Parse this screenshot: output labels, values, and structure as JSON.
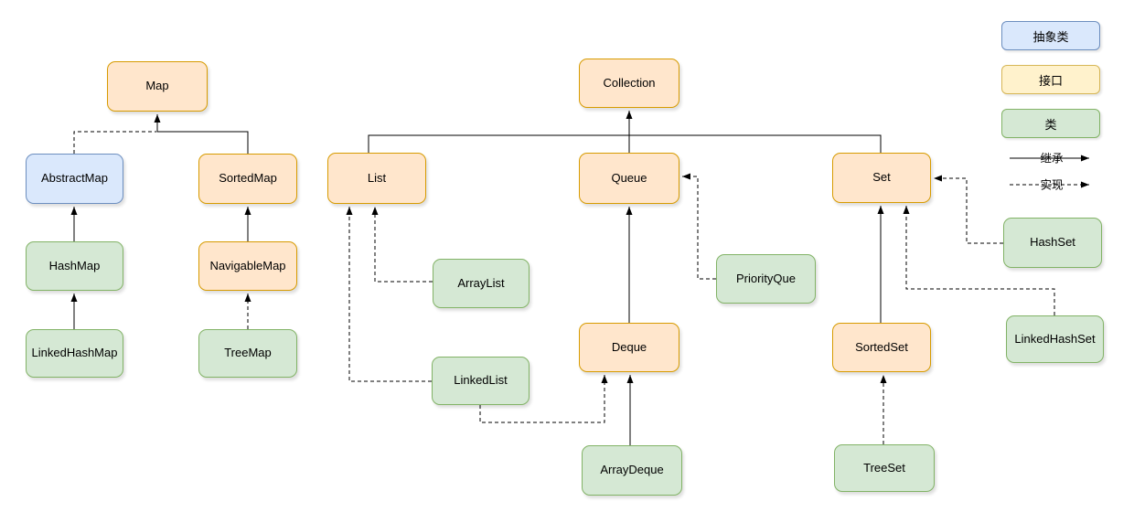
{
  "diagram": {
    "palette": {
      "abstract": {
        "fill": "#DAE8FC",
        "stroke": "#6C8EBF"
      },
      "interface": {
        "fill": "#FFE6CC",
        "stroke": "#D79B00"
      },
      "interface_legend": {
        "fill": "#FFF2CC",
        "stroke": "#D6B656"
      },
      "class": {
        "fill": "#D5E8D4",
        "stroke": "#82B366"
      },
      "edge": "#000000"
    },
    "nodes": [
      {
        "id": "Map",
        "label": "Map",
        "kind": "interface"
      },
      {
        "id": "AbstractMap",
        "label": "AbstractMap",
        "kind": "abstract"
      },
      {
        "id": "SortedMap",
        "label": "SortedMap",
        "kind": "interface"
      },
      {
        "id": "HashMap",
        "label": "HashMap",
        "kind": "class"
      },
      {
        "id": "NavigableMap",
        "label": "NavigableMap",
        "kind": "interface"
      },
      {
        "id": "LinkedHashMap",
        "label": "LinkedHashMap",
        "kind": "class"
      },
      {
        "id": "TreeMap",
        "label": "TreeMap",
        "kind": "class"
      },
      {
        "id": "Collection",
        "label": "Collection",
        "kind": "interface"
      },
      {
        "id": "List",
        "label": "List",
        "kind": "interface"
      },
      {
        "id": "Queue",
        "label": "Queue",
        "kind": "interface"
      },
      {
        "id": "Set",
        "label": "Set",
        "kind": "interface"
      },
      {
        "id": "ArrayList",
        "label": "ArrayList",
        "kind": "class"
      },
      {
        "id": "PriorityQue",
        "label": "PriorityQue",
        "kind": "class"
      },
      {
        "id": "HashSet",
        "label": "HashSet",
        "kind": "class"
      },
      {
        "id": "Deque",
        "label": "Deque",
        "kind": "interface"
      },
      {
        "id": "LinkedList",
        "label": "LinkedList",
        "kind": "class"
      },
      {
        "id": "SortedSet",
        "label": "SortedSet",
        "kind": "interface"
      },
      {
        "id": "LinkedHashSet",
        "label": "LinkedHashSet",
        "kind": "class"
      },
      {
        "id": "ArrayDeque",
        "label": "ArrayDeque",
        "kind": "class"
      },
      {
        "id": "TreeSet",
        "label": "TreeSet",
        "kind": "class"
      }
    ],
    "edges": [
      {
        "from": "AbstractMap",
        "to": "Map",
        "relation": "implements"
      },
      {
        "from": "SortedMap",
        "to": "Map",
        "relation": "extends"
      },
      {
        "from": "HashMap",
        "to": "AbstractMap",
        "relation": "extends"
      },
      {
        "from": "LinkedHashMap",
        "to": "HashMap",
        "relation": "extends"
      },
      {
        "from": "NavigableMap",
        "to": "SortedMap",
        "relation": "extends"
      },
      {
        "from": "TreeMap",
        "to": "NavigableMap",
        "relation": "implements"
      },
      {
        "from": "List",
        "to": "Collection",
        "relation": "extends"
      },
      {
        "from": "Set",
        "to": "Collection",
        "relation": "extends"
      },
      {
        "from": "Queue",
        "to": "Collection",
        "relation": "extends"
      },
      {
        "from": "ArrayList",
        "to": "List",
        "relation": "implements"
      },
      {
        "from": "LinkedList",
        "to": "List",
        "relation": "implements"
      },
      {
        "from": "LinkedList",
        "to": "Deque",
        "relation": "implements"
      },
      {
        "from": "Deque",
        "to": "Queue",
        "relation": "extends"
      },
      {
        "from": "ArrayDeque",
        "to": "Deque",
        "relation": "extends"
      },
      {
        "from": "PriorityQue",
        "to": "Queue",
        "relation": "implements"
      },
      {
        "from": "SortedSet",
        "to": "Set",
        "relation": "extends"
      },
      {
        "from": "TreeSet",
        "to": "SortedSet",
        "relation": "implements"
      },
      {
        "from": "HashSet",
        "to": "Set",
        "relation": "implements"
      },
      {
        "from": "LinkedHashSet",
        "to": "Set",
        "relation": "implements"
      }
    ]
  },
  "legend": {
    "abstract_class_label": "抽象类",
    "interface_label": "接口",
    "class_label": "类",
    "inheritance_label": "继承",
    "implementation_label": "实现"
  }
}
